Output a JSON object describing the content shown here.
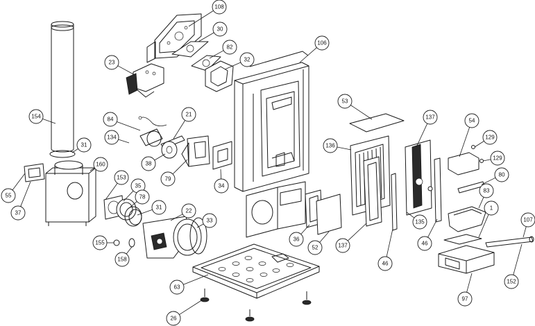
{
  "diagram": {
    "part_labels": [
      "108",
      "30",
      "82",
      "32",
      "23",
      "106",
      "154",
      "31",
      "160",
      "55",
      "37",
      "84",
      "21",
      "134",
      "38",
      "79",
      "34",
      "153",
      "35",
      "78",
      "31",
      "22",
      "33",
      "155",
      "158",
      "53",
      "137",
      "54",
      "129",
      "129",
      "136",
      "80",
      "83",
      "1",
      "107",
      "135",
      "46",
      "46",
      "137",
      "52",
      "36",
      "63",
      "26",
      "97",
      "152"
    ]
  }
}
